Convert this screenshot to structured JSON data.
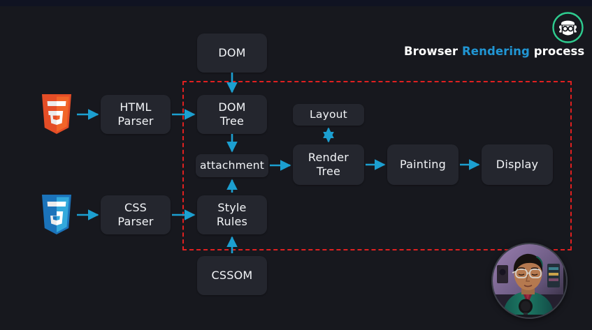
{
  "slide": {
    "background_color": "#17181e",
    "headline": {
      "prefix": "Browser ",
      "accent": "Rendering",
      "suffix": " process",
      "accent_color": "#2196d4"
    }
  },
  "diagram": {
    "boundary_label": "rendering-engine-boundary",
    "boundary_color": "#e02020",
    "arrow_color": "#1c9fd0",
    "node_color": "#24262e",
    "nodes": [
      {
        "id": "dom",
        "label": "DOM"
      },
      {
        "id": "html_parser",
        "label": "HTML\nParser",
        "line1": "HTML",
        "line2": "Parser"
      },
      {
        "id": "dom_tree",
        "label": "DOM Tree",
        "line1": "DOM",
        "line2": "Tree"
      },
      {
        "id": "layout",
        "label": "Layout"
      },
      {
        "id": "attachment",
        "label": "attachment"
      },
      {
        "id": "render_tree",
        "label": "Render Tree",
        "line1": "Render",
        "line2": "Tree"
      },
      {
        "id": "painting",
        "label": "Painting"
      },
      {
        "id": "display",
        "label": "Display"
      },
      {
        "id": "css_parser",
        "label": "CSS Parser",
        "line1": "CSS",
        "line2": "Parser"
      },
      {
        "id": "style_rules",
        "label": "Style Rules",
        "line1": "Style",
        "line2": "Rules"
      },
      {
        "id": "cssom",
        "label": "CSSOM"
      }
    ],
    "logos": [
      {
        "id": "html5",
        "name": "html5-logo",
        "color": "#e44d26"
      },
      {
        "id": "css3",
        "name": "css3-logo",
        "color": "#1b73ba"
      }
    ]
  },
  "brand": {
    "badge_name": "channel-logo-badge",
    "badge_color": "#2ecc8f"
  },
  "webcam": {
    "name": "presenter-webcam"
  }
}
